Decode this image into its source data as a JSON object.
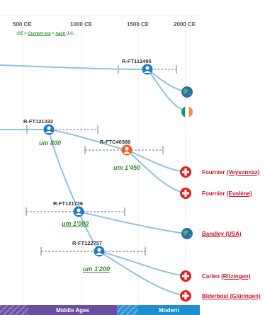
{
  "timeline": {
    "ticks": [
      "500 CE",
      "1000 CE",
      "1500 CE",
      "2000 CE"
    ],
    "note": {
      "prefix": "CE = ",
      "current_era": "Current era",
      "equals": " = ",
      "nach": "nach",
      "suffix": " J.C."
    },
    "eras": [
      {
        "label": "Middle Ages",
        "color": "#6b4f9e"
      },
      {
        "label": "Modern",
        "color": "#1f8fd0"
      }
    ]
  },
  "haplogroups": [
    {
      "id": "R-FT112495",
      "date": ""
    },
    {
      "id": "R-FT121332",
      "date": "um 800"
    },
    {
      "id": "R-FTC40386",
      "date": "um 1'450"
    },
    {
      "id": "R-FT121726",
      "date": "um 1'000"
    },
    {
      "id": "R-FT122757",
      "date": "um 1'200"
    }
  ],
  "lineages": [
    {
      "surname": "Fournier",
      "place": "(Veysonnaz)",
      "flag": "swiss-flag"
    },
    {
      "surname": "Fournier",
      "place": "(Evolène)",
      "flag": "swiss-flag"
    },
    {
      "surname": "Bandley",
      "place": "(USA)",
      "flag": "globe"
    },
    {
      "surname": "Carlen",
      "place": "(Ritzingen)",
      "flag": "swiss-flag"
    },
    {
      "surname": "Biderbost",
      "place": "(Glüringen)",
      "flag": "swiss-flag"
    }
  ],
  "unlabeled_leaves": [
    {
      "flag": "globe"
    },
    {
      "flag": "irish-flag"
    }
  ],
  "colors": {
    "branch": "#8fc3e0",
    "node_blue": "#1f78c8",
    "node_orange": "#f05a28",
    "swiss_red": "#e32119",
    "date_green": "#3a8a3a"
  }
}
